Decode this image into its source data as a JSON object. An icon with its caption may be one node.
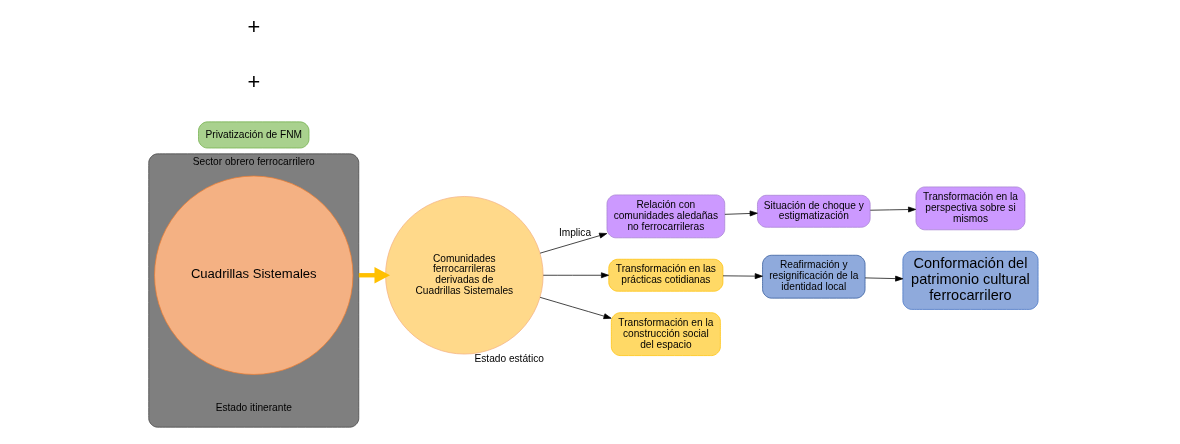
{
  "diagram": {
    "nodes": [
      {
        "text": [
          "Sector obrero ferrocarrilero"
        ],
        "beside": [
          "Estado itinerante"
        ]
      },
      {
        "text": [
          "Cuadrillas Sistemales"
        ],
        "in": 0
      },
      {
        "text": [
          "Privatización de FNM"
        ]
      },
      {
        "text": [
          "Comunidades ferrocarrileras derivadas de Cuadrillas Sistemales"
        ],
        "beside": [
          "Estado estático"
        ]
      },
      {
        "text": [
          "Relación con comunidades aledañas no ferrocarrileras"
        ]
      },
      {
        "text": [
          "Situación de choque y estigmatización"
        ]
      },
      {
        "text": [
          "Transformación en la perspectiva sobre si mismos"
        ]
      },
      {
        "text": [
          "Transformación en las prácticas cotidianas"
        ]
      },
      {
        "text": [
          "Transformación en la construcción social del espacio"
        ]
      },
      {
        "text": [
          "Reafirmación y resignificación de la identidad local"
        ]
      },
      {
        "text": [
          "Conformación del patrimonio cultural ferrocarrilero"
        ]
      }
    ],
    "edges": [
      {
        "from": 0,
        "to": 3,
        "arrow": "to",
        "style": "thick",
        "color": "#ffc000"
      },
      {
        "from": 3,
        "to": 4,
        "arrow": "to",
        "label": "Implica"
      },
      {
        "from": 4,
        "to": 5,
        "arrow": "to"
      },
      {
        "from": 5,
        "to": 6,
        "arrow": "to"
      },
      {
        "from": 3,
        "to": 7,
        "arrow": "to"
      },
      {
        "from": 3,
        "to": 8,
        "arrow": "to"
      },
      {
        "from": 7,
        "to": 9,
        "arrow": "to"
      },
      {
        "from": 9,
        "to": 10,
        "arrow": "to"
      }
    ],
    "labels": [
      "+",
      "+"
    ]
  }
}
